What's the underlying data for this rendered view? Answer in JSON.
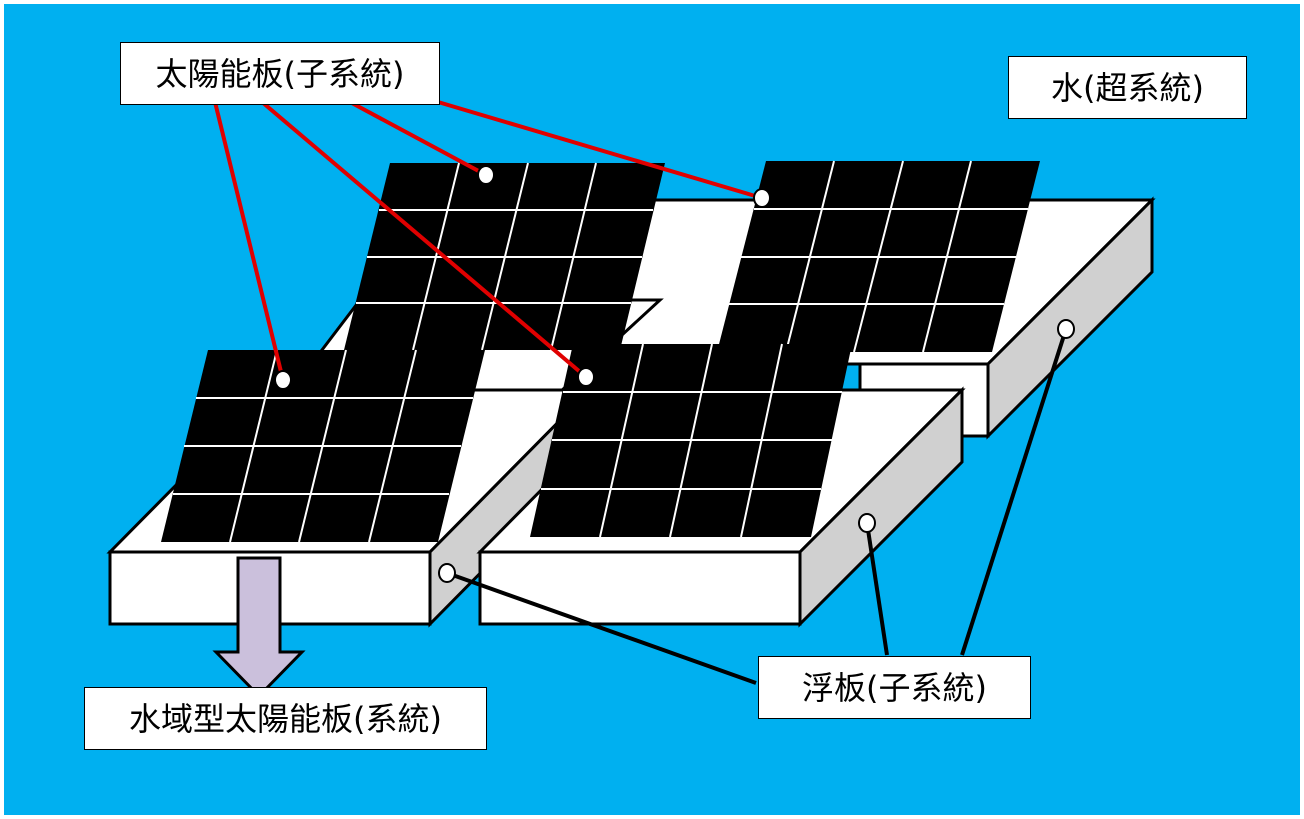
{
  "labels": {
    "solar_panel_subsystem": "太陽能板(子系統)",
    "water_supersystem": "水(超系統)",
    "float_subsystem": "浮板(子系統)",
    "floating_solar_system": "水域型太陽能板(系統)"
  },
  "colors": {
    "background": "#00b0f0",
    "border": "#ffffff",
    "panel": "#000000",
    "panel_grid": "#ffffff",
    "float_top": "#ffffff",
    "float_side": "#d0d0d0",
    "solar_leader_line": "#e00000",
    "float_leader_line": "#000000",
    "arrow_fill": "#cbc0dc"
  }
}
